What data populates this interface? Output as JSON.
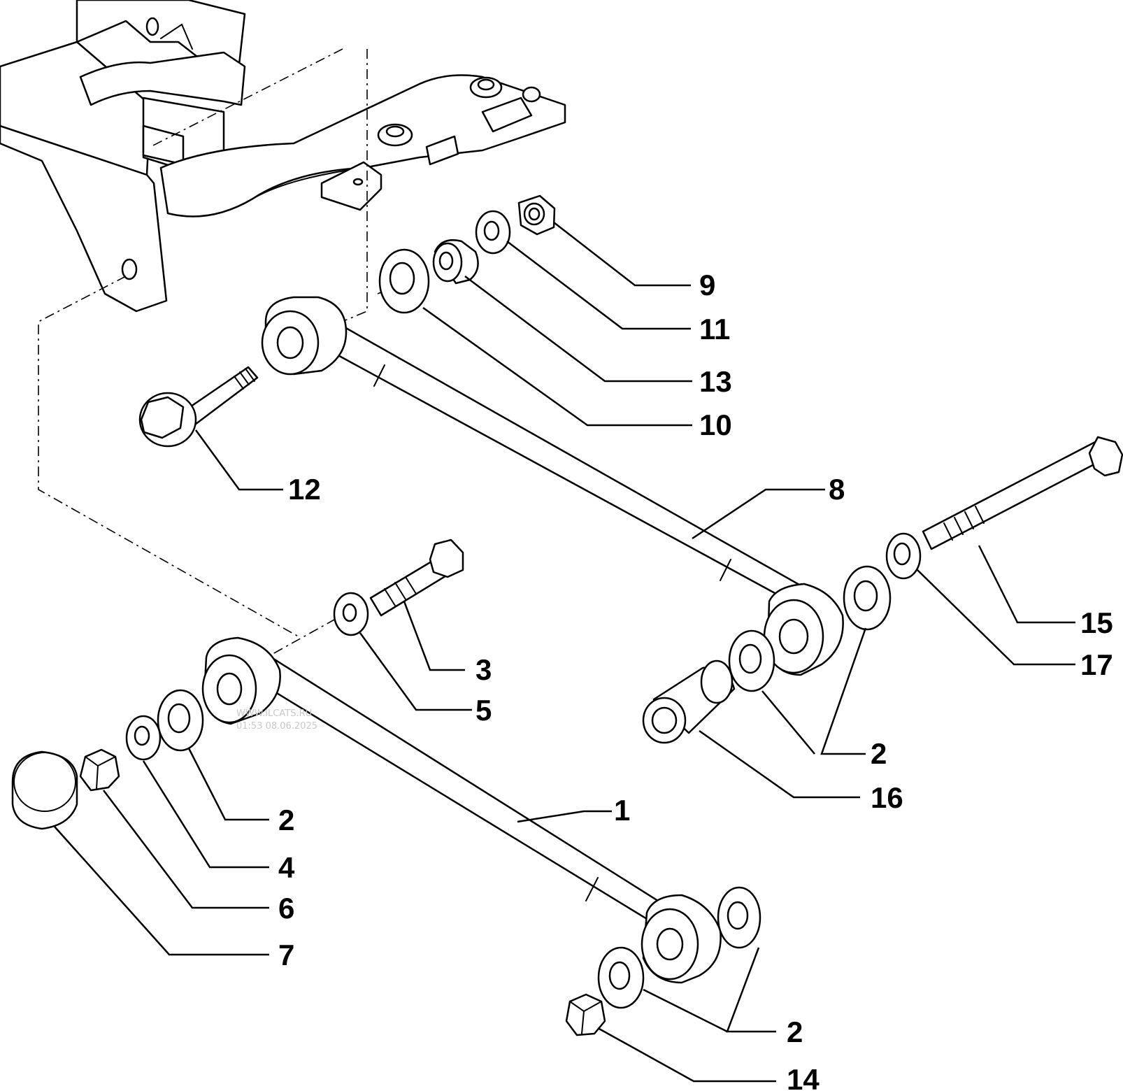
{
  "diagram": {
    "callouts": [
      {
        "id": "9",
        "label": "9"
      },
      {
        "id": "11",
        "label": "11"
      },
      {
        "id": "13",
        "label": "13"
      },
      {
        "id": "10",
        "label": "10"
      },
      {
        "id": "12",
        "label": "12"
      },
      {
        "id": "8",
        "label": "8"
      },
      {
        "id": "15",
        "label": "15"
      },
      {
        "id": "17",
        "label": "17"
      },
      {
        "id": "3",
        "label": "3"
      },
      {
        "id": "5",
        "label": "5"
      },
      {
        "id": "2a",
        "label": "2"
      },
      {
        "id": "16",
        "label": "16"
      },
      {
        "id": "1",
        "label": "1"
      },
      {
        "id": "2b",
        "label": "2"
      },
      {
        "id": "4",
        "label": "4"
      },
      {
        "id": "6",
        "label": "6"
      },
      {
        "id": "7",
        "label": "7"
      },
      {
        "id": "2c",
        "label": "2"
      },
      {
        "id": "14",
        "label": "14"
      }
    ],
    "watermark": {
      "line1": "WWW.ILCATS.RU",
      "line2": "01:53 08.06.2025"
    }
  }
}
